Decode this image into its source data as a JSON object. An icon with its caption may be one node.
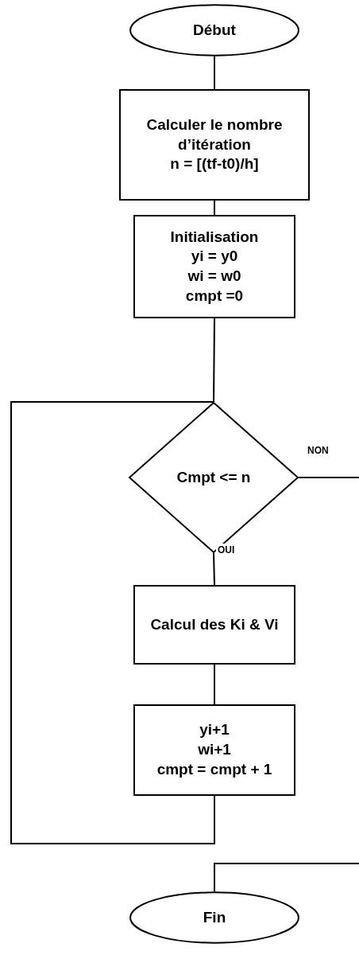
{
  "diagram": {
    "nodes": [
      {
        "text": [
          "Début"
        ]
      },
      {
        "text": [
          "Calculer le nombre d’itération",
          "n = [(tf-t0)/h]"
        ]
      },
      {
        "text": [
          "Initialisation",
          "yi = y0",
          "wi = w0",
          "cmpt =0"
        ]
      },
      {
        "text": [
          "Cmpt <= n"
        ]
      },
      {
        "text": [
          "Calcul des Ki & Vi"
        ]
      },
      {
        "text": [
          "yi+1",
          "wi+1",
          "cmpt = cmpt + 1"
        ]
      },
      {
        "text": [
          "Fin"
        ]
      }
    ],
    "edges": [
      {
        "from": 0,
        "to": 1,
        "arrow": "none"
      },
      {
        "from": 1,
        "to": 2,
        "arrow": "none"
      },
      {
        "from": 2,
        "to": 3,
        "arrow": "none"
      },
      {
        "from": 3,
        "to": 4,
        "arrow": "none",
        "label": "OUI"
      },
      {
        "from": 4,
        "to": 5,
        "arrow": "none"
      },
      {
        "from": 5,
        "to": 3,
        "arrow": "none"
      },
      {
        "from": 3,
        "to": null,
        "arrow": "none",
        "label": "NON"
      },
      {
        "from": null,
        "to": 6,
        "arrow": "none"
      }
    ]
  }
}
